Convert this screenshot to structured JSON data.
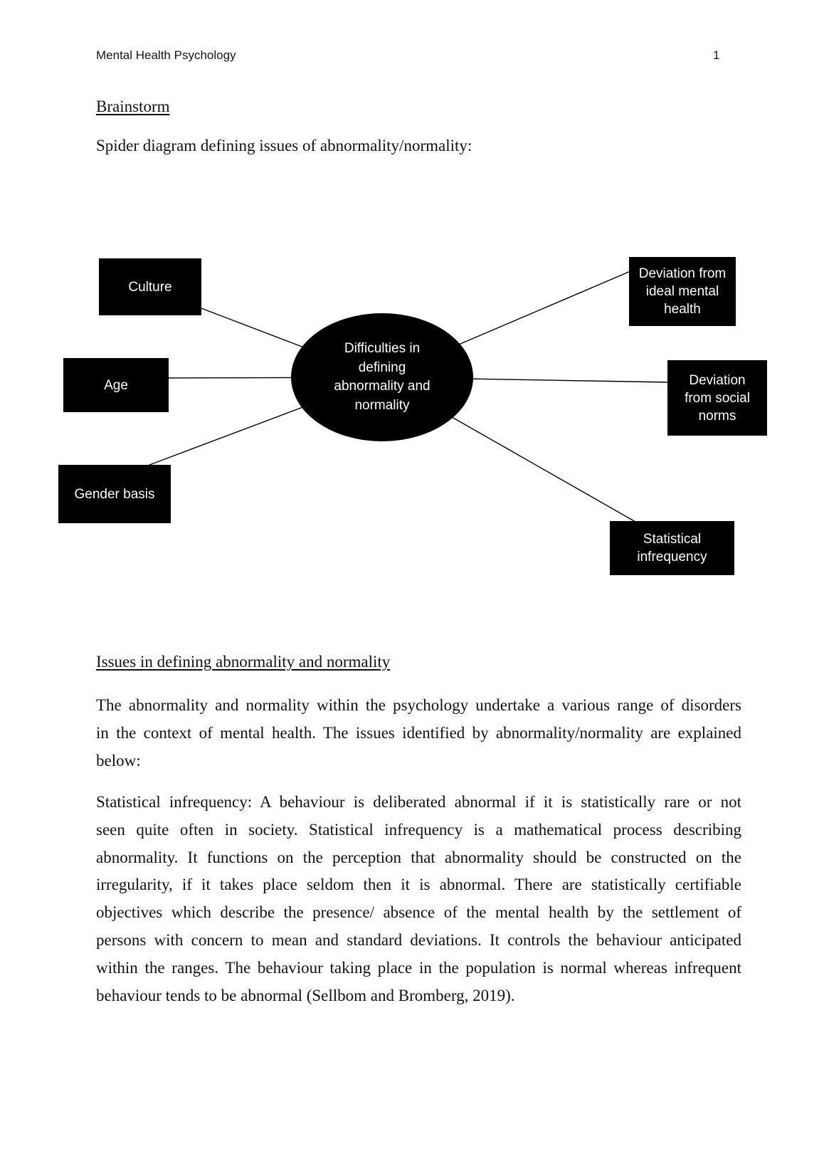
{
  "header": {
    "title": "Mental Health Psychology",
    "page_number": "1"
  },
  "sections": {
    "brainstorm_heading": "Brainstorm",
    "spider_caption": "Spider diagram defining issues of abnormality/normality:",
    "issues_heading": "Issues in defining abnormality and normality"
  },
  "diagram": {
    "colors": {
      "node_fill": "#000000",
      "node_text": "#ffffff",
      "connector": "#000000"
    },
    "center": {
      "label": "Difficulties in defining abnormality and normality",
      "lines": [
        "Difficulties in",
        "defining",
        "abnormality and",
        "normality"
      ]
    },
    "culture": {
      "label": "Culture"
    },
    "age": {
      "label": "Age"
    },
    "gender": {
      "label": "Gender basis"
    },
    "ideal": {
      "label": "Deviation from ideal mental health",
      "lines": [
        "Deviation from",
        "ideal mental",
        "health"
      ]
    },
    "social": {
      "label": "Deviation from social norms",
      "lines": [
        "Deviation",
        "from social",
        "norms"
      ]
    },
    "statistical": {
      "label": "Statistical infrequency",
      "lines": [
        "Statistical",
        "infrequency"
      ]
    }
  },
  "body": {
    "para1": {
      "lines": [
        "The abnormality and normality within the psychology undertake a various range of disorders",
        "in the context of mental health. The issues identified by abnormality/normality are explained",
        "below:"
      ]
    },
    "para2": {
      "lines": [
        "Statistical infrequency: A behaviour is deliberated abnormal if it is statistically rare or not",
        "seen quite often in society. Statistical infrequency is a mathematical process describing",
        "abnormality. It functions on the perception that abnormality should be constructed on the",
        "irregularity, if it takes place seldom then it is abnormal. There are statistically certifiable",
        "objectives which describe the presence/ absence of the mental health by the settlement of",
        "persons with concern to mean and standard deviations. It controls the behaviour anticipated",
        "within the ranges. The behaviour taking place in the population is normal whereas infrequent",
        "behaviour tends to be abnormal (Sellbom and Bromberg, 2019)."
      ]
    }
  }
}
